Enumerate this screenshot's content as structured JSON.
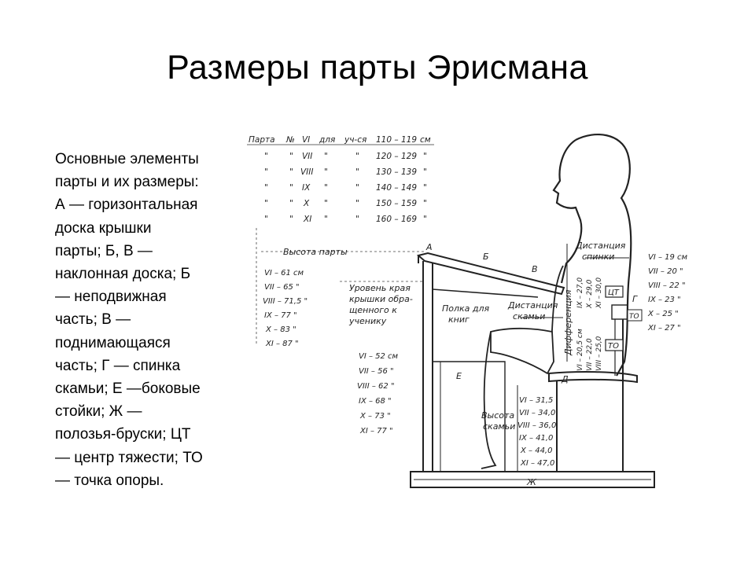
{
  "title": "Размеры парты Эрисмана",
  "description_lines": [
    "Основные элементы",
    "парты и их размеры:",
    "А — горизонтальная",
    "доска крышки",
    "парты; Б, В —",
    "наклонная доска; Б",
    "— неподвижная",
    "часть; В —",
    "поднимающаяся",
    "часть; Г — спинка",
    "скамьи; Е —боковые",
    "стойки; Ж —",
    "полозья-бруски; ЦТ",
    "— центр тяжести; ТО",
    "— точка опоры."
  ],
  "diagram": {
    "table_header": [
      "Парта",
      "№",
      "VI",
      "для",
      "уч-ся",
      "110 – 119",
      "см"
    ],
    "table_rows": [
      [
        "\"",
        "\"",
        "VII",
        "\"",
        "\"",
        "120 – 129",
        "\""
      ],
      [
        "\"",
        "\"",
        "VIII",
        "\"",
        "\"",
        "130 – 139",
        "\""
      ],
      [
        "\"",
        "\"",
        "IX",
        "\"",
        "\"",
        "140 – 149",
        "\""
      ],
      [
        "\"",
        "\"",
        "X",
        "\"",
        "\"",
        "150 – 159",
        "\""
      ],
      [
        "\"",
        "\"",
        "XI",
        "\"",
        "\"",
        "160 – 169",
        "\""
      ]
    ],
    "labels": {
      "desk_height": "Высота парты",
      "lid_level_1": "Уровень края",
      "lid_level_2": "крышки обра-",
      "lid_level_3": "щенного к",
      "lid_level_4": "ученику",
      "book_shelf_1": "Полка для",
      "book_shelf_2": "книг",
      "bench_distance_1": "Дистанция",
      "bench_distance_2": "скамьи",
      "back_distance_1": "Дистанция",
      "back_distance_2": "спинки",
      "differential": "Дифференция",
      "bench_height_1": "Высота",
      "bench_height_2": "скамьи",
      "letter_a": "А",
      "letter_b": "Б",
      "letter_v": "В",
      "letter_g": "Г",
      "letter_d": "Д",
      "letter_e": "Е",
      "letter_zh": "Ж",
      "ct": "ЦТ",
      "to": "ТО"
    },
    "desk_height_values": [
      "VI – 61 см",
      "VII – 65 \"",
      "VIII – 71,5 \"",
      "IX – 77 \"",
      "X – 83 \"",
      "XI – 87 \""
    ],
    "bench_height_values": [
      "VI – 52 см",
      "VII – 56 \"",
      "VIII – 62 \"",
      "IX – 68 \"",
      "X – 73 \"",
      "XI – 77 \""
    ],
    "right_values": [
      "VI – 19 см",
      "VII – 20 \"",
      "VIII – 22 \"",
      "IX – 23 \"",
      "X – 25 \"",
      "XI – 27 \""
    ],
    "seat_values": [
      "VI – 31,5",
      "VII – 34,0",
      "VIII – 36,0",
      "IX – 41,0",
      "X – 44,0",
      "XI – 47,0"
    ],
    "differential_values": [
      "VI – 20,5 см",
      "VII – 22,0",
      "VIII – 25,0"
    ],
    "differential_values_2": [
      "IX – 27,0",
      "X – 29,0",
      "XI – 30,0"
    ]
  }
}
